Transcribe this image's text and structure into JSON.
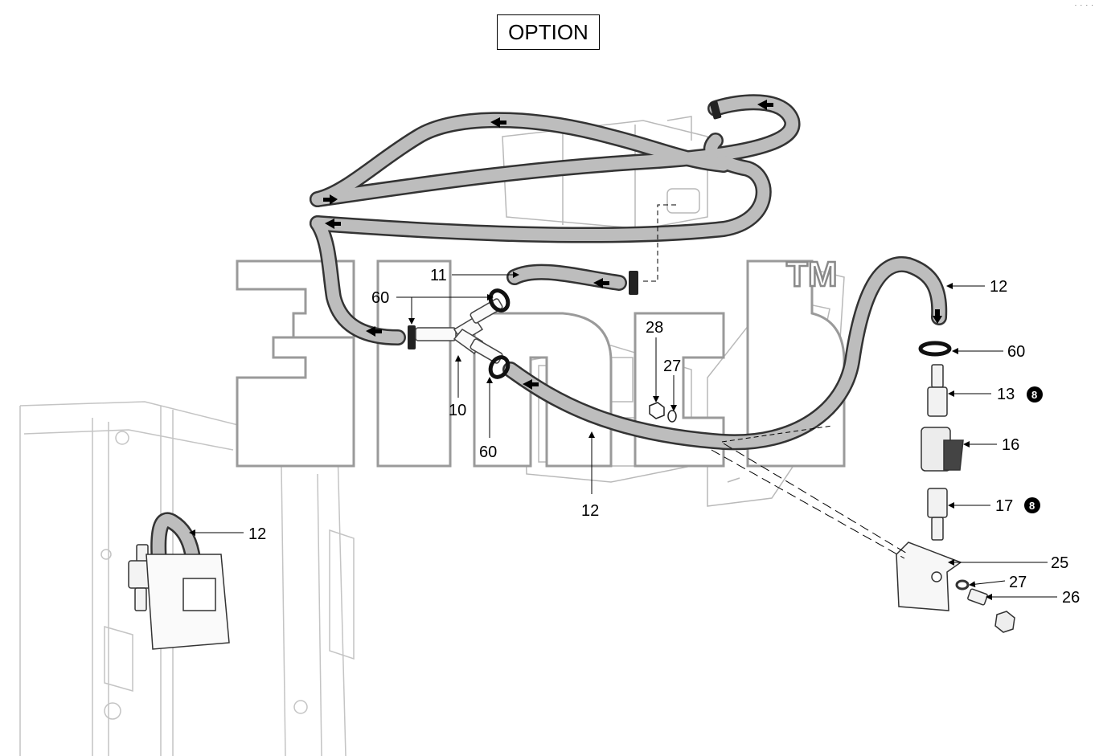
{
  "header": {
    "option_label": "OPTION",
    "corner_mark": "· · · ·"
  },
  "watermark": {
    "tm": "TM"
  },
  "callouts": [
    {
      "id": "c11",
      "label": "11"
    },
    {
      "id": "c60a",
      "label": "60"
    },
    {
      "id": "c10",
      "label": "10"
    },
    {
      "id": "c60b",
      "label": "60"
    },
    {
      "id": "c28",
      "label": "28"
    },
    {
      "id": "c27a",
      "label": "27"
    },
    {
      "id": "c12a",
      "label": "12"
    },
    {
      "id": "c12b",
      "label": "12"
    },
    {
      "id": "c12c",
      "label": "12"
    },
    {
      "id": "c60c",
      "label": "60"
    },
    {
      "id": "c13",
      "label": "13"
    },
    {
      "id": "c16",
      "label": "16"
    },
    {
      "id": "c17",
      "label": "17"
    },
    {
      "id": "c25",
      "label": "25"
    },
    {
      "id": "c27b",
      "label": "27"
    },
    {
      "id": "c26",
      "label": "26"
    }
  ],
  "badges": [
    {
      "id": "b13",
      "label": "8"
    },
    {
      "id": "b17",
      "label": "8"
    }
  ]
}
